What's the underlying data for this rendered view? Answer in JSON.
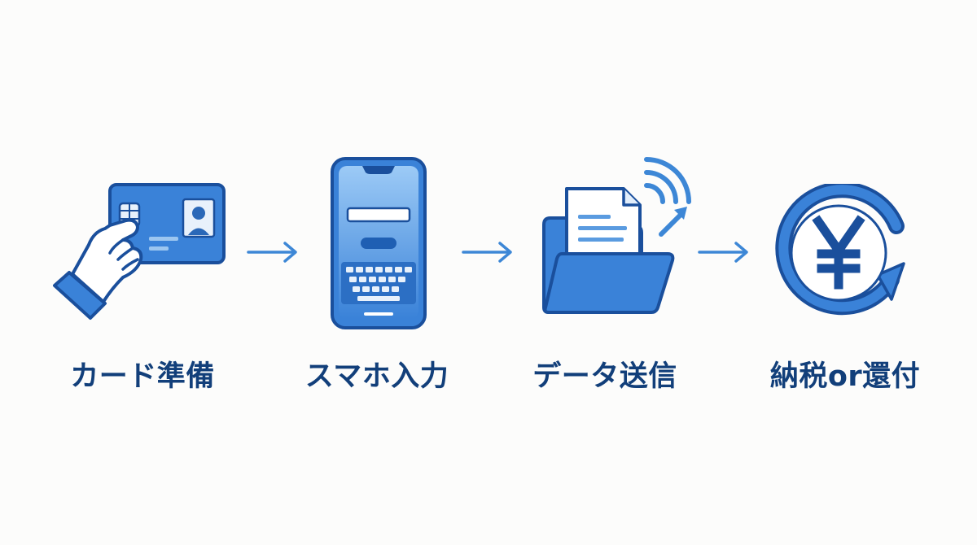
{
  "colors": {
    "background": "#fcfcfb",
    "outline": "#1a4f9c",
    "fill_blue": "#3a82d8",
    "fill_light": "#8ec1f4",
    "arrow": "#3d87d6",
    "label": "#123f7a"
  },
  "steps": [
    {
      "label": "カード準備",
      "icon": "hand-holding-id-card-icon"
    },
    {
      "label": "スマホ入力",
      "icon": "smartphone-keyboard-icon"
    },
    {
      "label": "データ送信",
      "icon": "folder-document-send-icon"
    },
    {
      "label": "納税or還付",
      "icon": "yen-cycle-icon"
    }
  ],
  "arrows": [
    {
      "icon": "arrow-right-icon"
    },
    {
      "icon": "arrow-right-icon"
    },
    {
      "icon": "arrow-right-icon"
    }
  ]
}
